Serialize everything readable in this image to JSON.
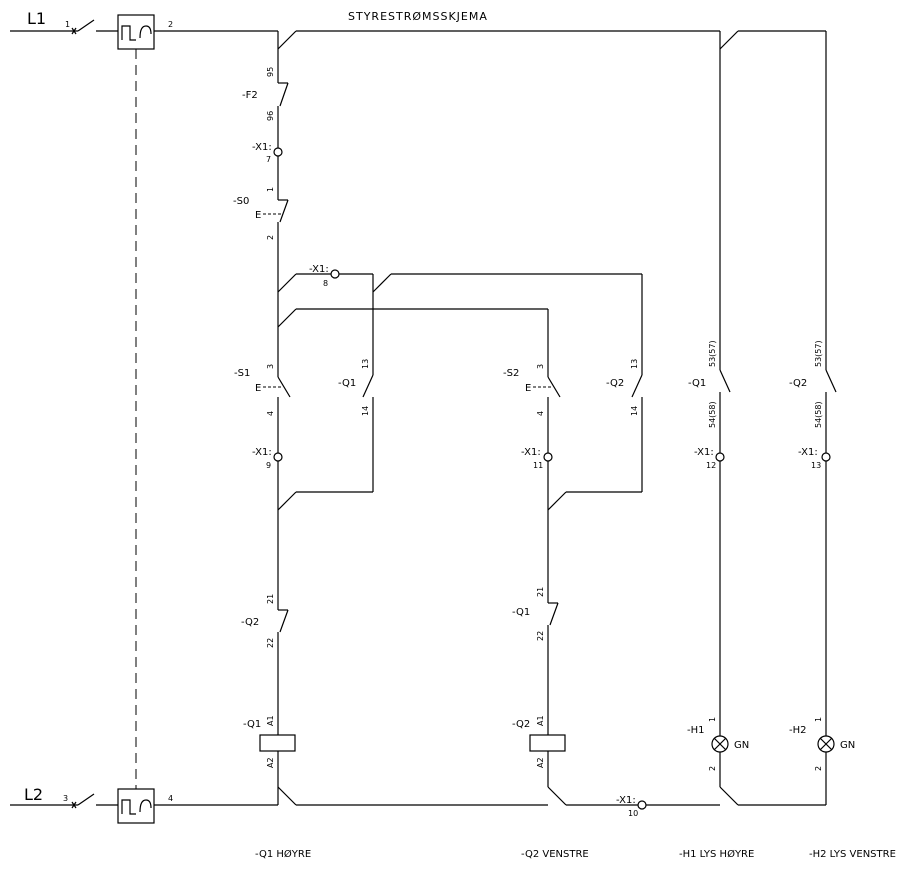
{
  "title": "STYRESTRØMSSKJEMA",
  "phases": {
    "l1": "L1",
    "l2": "L2"
  },
  "f1": {
    "t1": "1",
    "t2": "2",
    "t3": "3",
    "t4": "4"
  },
  "f2": {
    "label": "-F2",
    "t95": "95",
    "t96": "96"
  },
  "s0": {
    "label": "-S0",
    "t1": "1",
    "t2": "2",
    "actuator": "E"
  },
  "s1": {
    "label": "-S1",
    "t3": "3",
    "t4": "4",
    "actuator": "E"
  },
  "s2": {
    "label": "-S2",
    "t3": "3",
    "t4": "4",
    "actuator": "E"
  },
  "q1_hold": {
    "label": "-Q1",
    "t13": "13",
    "t14": "14"
  },
  "q2_hold": {
    "label": "-Q2",
    "t13": "13",
    "t14": "14"
  },
  "q2_nc": {
    "label": "-Q2",
    "t21": "21",
    "t22": "22"
  },
  "q1_nc": {
    "label": "-Q1",
    "t21": "21",
    "t22": "22"
  },
  "q1_coil": {
    "label": "-Q1",
    "a1": "A1",
    "a2": "A2"
  },
  "q2_coil": {
    "label": "-Q2",
    "a1": "A1",
    "a2": "A2"
  },
  "q1_aux": {
    "label": "-Q1",
    "t53": "53(57)",
    "t54": "54(58)"
  },
  "q2_aux": {
    "label": "-Q2",
    "t53": "53(57)",
    "t54": "54(58)"
  },
  "h1": {
    "label": "-H1",
    "t1": "1",
    "t2": "2",
    "color": "GN"
  },
  "h2": {
    "label": "-H2",
    "t1": "1",
    "t2": "2",
    "color": "GN"
  },
  "terminals": {
    "x1_label": "-X1:",
    "t7": "7",
    "t8": "8",
    "t9": "9",
    "t10": "10",
    "t11": "11",
    "t12": "12",
    "t13": "13"
  },
  "footer": {
    "q1": "-Q1 HØYRE",
    "q2": "-Q2 VENSTRE",
    "h1": "-H1 LYS HØYRE",
    "h2": "-H2 LYS VENSTRE"
  }
}
